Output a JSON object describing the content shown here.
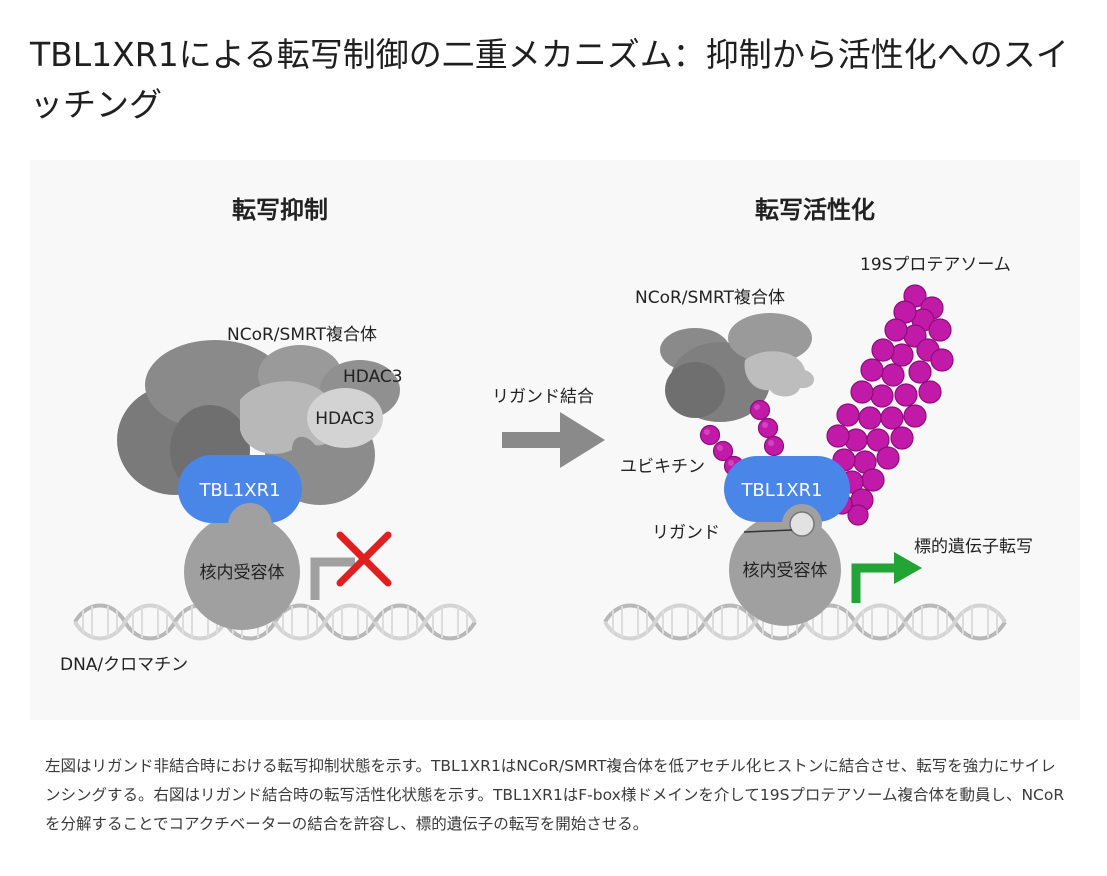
{
  "title": "TBL1XR1による転写制御の二重メカニズム：抑制から活性化へのスイッチング",
  "left_panel": {
    "heading": "転写抑制",
    "complex_label": "NCoR/SMRT複合体",
    "hdac3_label_outer": "HDAC3",
    "hdac3_label_inner": "HDAC3",
    "tbl1xr1_label": "TBL1XR1",
    "receptor_label": "核内受容体",
    "dna_label": "DNA/クロマチン"
  },
  "arrow_label": "リガンド結合",
  "right_panel": {
    "heading": "転写活性化",
    "proteasome_label": "19Sプロテアソーム",
    "complex_label": "NCoR/SMRT複合体",
    "ubiquitin_label": "ユビキチン",
    "tbl1xr1_label": "TBL1XR1",
    "ligand_label": "リガンド",
    "receptor_label": "核内受容体",
    "target_label": "標的遺伝子転写"
  },
  "colors": {
    "tbl1xr1": "#4a86e8",
    "ubiquitin": "#c21aa8",
    "activation_arrow": "#22a536",
    "repression_x": "#e02020"
  },
  "caption": "左図はリガンド非結合時における転写抑制状態を示す。TBL1XR1はNCoR/SMRT複合体を低アセチル化ヒストンに結合させ、転写を強力にサイレンシングする。右図はリガンド結合時の転写活性化状態を示す。TBL1XR1はF-box様ドメインを介して19Sプロテアソーム複合体を動員し、NCoRを分解することでコアクチベーターの結合を許容し、標的遺伝子の転写を開始させる。"
}
